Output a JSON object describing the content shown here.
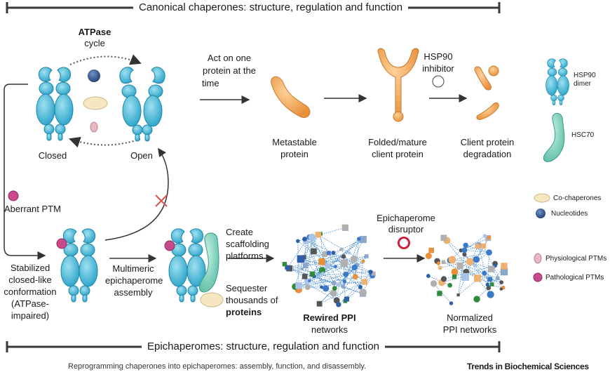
{
  "header_top": "Canonical chaperones: structure, regulation and function",
  "header_bottom": "Epichaperomes: structure, regulation and function",
  "atpase_cycle": [
    "ATPase",
    "cycle"
  ],
  "closed_label": "Closed",
  "open_label": "Open",
  "act_on_one": [
    "Act on one",
    "protein at the",
    "time"
  ],
  "metastable": [
    "Metastable",
    "protein"
  ],
  "folded": [
    "Folded/mature",
    "client protein"
  ],
  "hsp90_inhibitor": [
    "HSP90",
    "inhibitor"
  ],
  "degradation": [
    "Client protein",
    "degradation"
  ],
  "aberrant_ptm": "Aberrant PTM",
  "stabilized": [
    "Stabilized",
    "closed-like",
    "conformation",
    "(ATPase-",
    "impaired)"
  ],
  "multimeric": [
    "Multimeric",
    "epichaperome",
    "assembly"
  ],
  "create": [
    "Create",
    "scaffolding",
    "platforms"
  ],
  "sequester": [
    "Sequester",
    "thousands of",
    "proteins"
  ],
  "epi_disruptor": [
    "Epichaperome",
    "disruptor"
  ],
  "rewired": [
    "Rewired PPI",
    "networks"
  ],
  "normalized": [
    "Normalized",
    "PPI networks"
  ],
  "legend": {
    "hsp90": [
      "HSP90",
      "dimer"
    ],
    "hsc70": "HSC70",
    "cochaperones": "Co-chaperones",
    "nucleotides": "Nucleotides",
    "physiological": "Physiological PTMs",
    "pathological": "Pathological PTMs"
  },
  "caption": "Reprogramming chaperones into epichaperomes: assembly, function, and disassembly.",
  "brand": "Trends in Biochemical Sciences",
  "colors": {
    "hsp90": "#4bb8d6",
    "hsc70": "#7fd1bd",
    "client": "#f0a050",
    "nucleotide": "#2c4f8a",
    "cochaperone": "#f6e7c0",
    "physio_ptm": "#e6b8c4",
    "patho_ptm": "#c84a8c",
    "legend_bg": "#e3e4e6",
    "inhibit_x": "#d9534f",
    "disruptor": "#c8213a"
  }
}
